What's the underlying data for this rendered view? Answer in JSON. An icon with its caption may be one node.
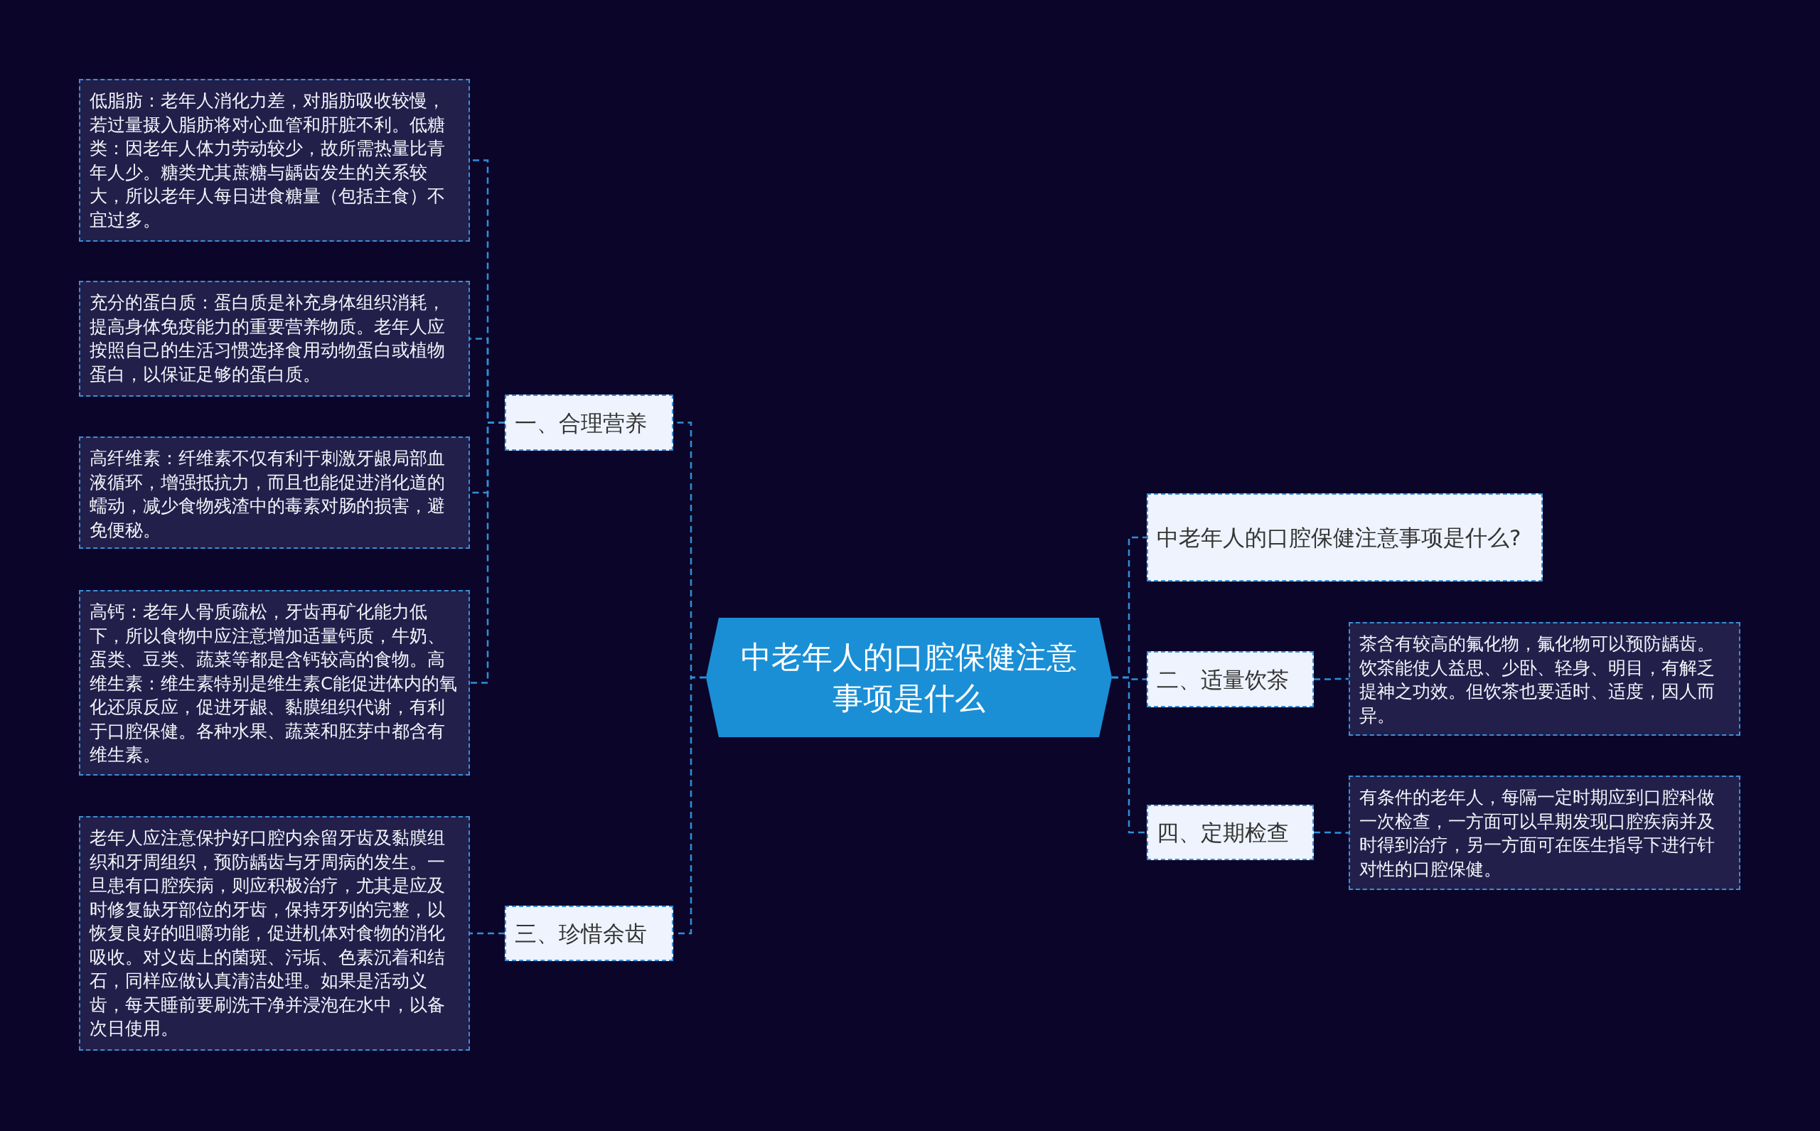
{
  "diagram": {
    "nodes": [
      {
        "text": [
          "中老年人的口腔保健注意事项是什么"
        ]
      },
      {
        "text": [
          "一、合理营养"
        ]
      },
      {
        "text": [
          "低脂肪：老年人消化力差，对脂肪吸收较慢，若过量摄入脂肪将对心血管和肝脏不利。低糖类：因老年人体力劳动较少，故所需热量比青年人少。糖类尤其蔗糖与龋齿发生的关系较大，所以老年人每日进食糖量（包括主食）不宜过多。"
        ]
      },
      {
        "text": [
          "充分的蛋白质：蛋白质是补充身体组织消耗，提高身体免疫能力的重要营养物质。老年人应按照自己的生活习惯选择食用动物蛋白或植物蛋白，以保证足够的蛋白质。"
        ]
      },
      {
        "text": [
          "高纤维素：纤维素不仅有利于刺激牙龈局部血液循环，增强抵抗力，而且也能促进消化道的蠕动，减少食物残渣中的毒素对肠的损害，避免便秘。"
        ]
      },
      {
        "text": [
          "高钙：老年人骨质疏松，牙齿再矿化能力低下，所以食物中应注意增加适量钙质，牛奶、蛋类、豆类、蔬菜等都是含钙较高的食物。高维生素：维生素特别是维生素C能促进体内的氧化还原反应，促进牙龈、黏膜组织代谢，有利于口腔保健。各种水果、蔬菜和胚芽中都含有维生素。"
        ]
      },
      {
        "text": [
          "三、珍惜余齿"
        ]
      },
      {
        "text": [
          "老年人应注意保护好口腔内余留牙齿及黏膜组织和牙周组织，预防龋齿与牙周病的发生。一旦患有口腔疾病，则应积极治疗，尤其是应及时修复缺牙部位的牙齿，保持牙列的完整，以恢复良好的咀嚼功能，促进机体对食物的消化吸收。对义齿上的菌斑、污垢、色素沉着和结石，同样应做认真清洁处理。如果是活动义齿，每天睡前要刷洗干净并浸泡在水中，以备次日使用。"
        ]
      },
      {
        "text": [
          "中老年人的口腔保健注意事项是什么?"
        ]
      },
      {
        "text": [
          "二、适量饮茶"
        ]
      },
      {
        "text": [
          "茶含有较高的氟化物，氟化物可以预防龋齿。饮茶能使人益思、少卧、轻身、明目，有解乏提神之功效。但饮茶也要适时、适度，因人而异。"
        ]
      },
      {
        "text": [
          "四、定期检查"
        ]
      },
      {
        "text": [
          "有条件的老年人，每隔一定时期应到口腔科做一次检查，一方面可以早期发现口腔疾病并及时得到治疗，另一方面可在医生指导下进行针对性的口腔保健。"
        ]
      }
    ],
    "edges": [
      {
        "from": 0,
        "to": 1,
        "arrow": "none"
      },
      {
        "from": 1,
        "to": 2,
        "arrow": "none"
      },
      {
        "from": 1,
        "to": 3,
        "arrow": "none"
      },
      {
        "from": 1,
        "to": 4,
        "arrow": "none"
      },
      {
        "from": 1,
        "to": 5,
        "arrow": "none"
      },
      {
        "from": 0,
        "to": 6,
        "arrow": "none"
      },
      {
        "from": 6,
        "to": 7,
        "arrow": "none"
      },
      {
        "from": 0,
        "to": 8,
        "arrow": "none"
      },
      {
        "from": 0,
        "to": 9,
        "arrow": "none"
      },
      {
        "from": 9,
        "to": 10,
        "arrow": "none"
      },
      {
        "from": 0,
        "to": 11,
        "arrow": "none"
      },
      {
        "from": 11,
        "to": 12,
        "arrow": "none"
      }
    ]
  }
}
